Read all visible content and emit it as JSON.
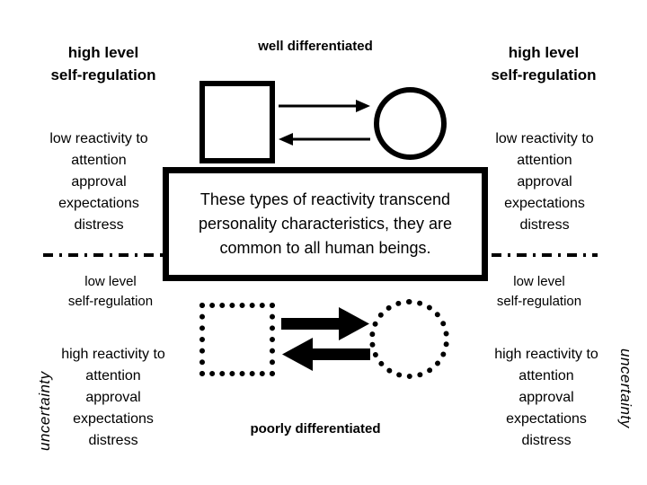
{
  "diagram": {
    "background_color": "#ffffff",
    "stroke_color": "#000000",
    "quadrants": {
      "top_left": {
        "heading_line1": "high level",
        "heading_line2": "self-regulation",
        "list": [
          "low reactivity to",
          "attention",
          "approval",
          "expectations",
          "distress"
        ]
      },
      "top_right": {
        "heading_line1": "high level",
        "heading_line2": "self-regulation",
        "list": [
          "low reactivity to",
          "attention",
          "approval",
          "expectations",
          "distress"
        ]
      },
      "bottom_left": {
        "heading_line1": "low level",
        "heading_line2": "self-regulation",
        "list": [
          "high reactivity to",
          "attention",
          "approval",
          "expectations",
          "distress"
        ]
      },
      "bottom_right": {
        "heading_line1": "low level",
        "heading_line2": "self-regulation",
        "list": [
          "high reactivity to",
          "attention",
          "approval",
          "expectations",
          "distress"
        ]
      }
    },
    "axis_labels": {
      "top_center": "well differentiated",
      "bottom_center": "poorly differentiated",
      "left_vertical": "uncertainty",
      "right_vertical": "uncertainty"
    },
    "shapes": {
      "top_square": "solid-square",
      "top_circle": "solid-circle",
      "bottom_square": "dotted-square",
      "bottom_circle": "dotted-circle",
      "top_arrow_right": "thin-arrow-right",
      "top_arrow_left": "thin-arrow-left",
      "bottom_arrow_right": "thick-arrow-right",
      "bottom_arrow_left": "thick-arrow-left",
      "divider": "dash-dot-horizontal-line"
    },
    "callout": {
      "line1": "These types of reactivity transcend",
      "line2": "personality characteristics, they are",
      "line3": "common to all human beings."
    }
  }
}
